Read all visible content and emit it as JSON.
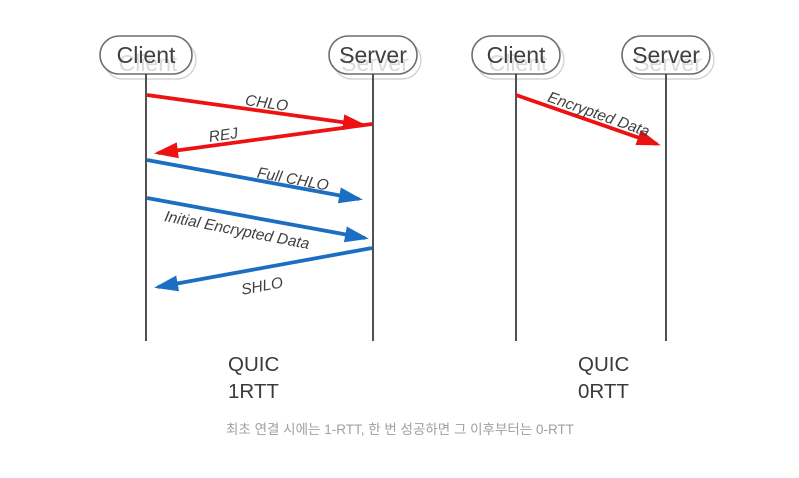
{
  "diagram": {
    "type": "sequence-diagram",
    "topic": "QUIC handshake round trips",
    "colors": {
      "red_arrow": "#ee1111",
      "blue_arrow": "#1b6ec2",
      "lifeline": "#3d3d3d",
      "label_text": "#3f3f3f",
      "actor_border": "#6d6d6d",
      "actor_text": "#3f3f3f",
      "footnote_text": "#9da0a5"
    },
    "panels": [
      {
        "title_line1": "QUIC",
        "title_line2": "1RTT",
        "actors": [
          {
            "label": "Client"
          },
          {
            "label": "Server"
          }
        ],
        "messages": [
          {
            "label": "CHLO",
            "from": "Client",
            "to": "Server",
            "color": "red"
          },
          {
            "label": "REJ",
            "from": "Server",
            "to": "Client",
            "color": "red"
          },
          {
            "label": "Full CHLO",
            "from": "Client",
            "to": "Server",
            "color": "blue"
          },
          {
            "label": "Initial Encrypted Data",
            "from": "Client",
            "to": "Server",
            "color": "blue"
          },
          {
            "label": "SHLO",
            "from": "Server",
            "to": "Client",
            "color": "blue"
          }
        ]
      },
      {
        "title_line1": "QUIC",
        "title_line2": "0RTT",
        "actors": [
          {
            "label": "Client"
          },
          {
            "label": "Server"
          }
        ],
        "messages": [
          {
            "label": "Encrypted Data",
            "from": "Client",
            "to": "Server",
            "color": "red"
          }
        ]
      }
    ],
    "footnote": "최초 연결 시에는 1-RTT, 한 번 성공하면 그 이후부터는 0-RTT"
  }
}
